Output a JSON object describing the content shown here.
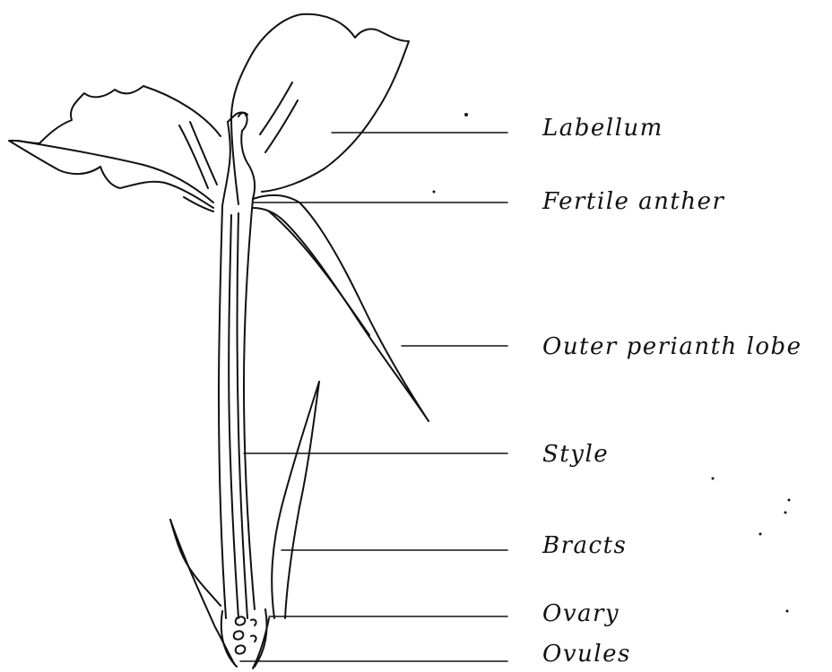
{
  "diagram": {
    "labels": {
      "labellum": "Labellum",
      "fertile_anther": "Fertile anther",
      "outer_perianth_lobe": "Outer perianth lobe",
      "style": "Style",
      "bracts": "Bracts",
      "ovary": "Ovary",
      "ovules": "Ovules"
    },
    "line_color": "#111111",
    "background": "#ffffff"
  }
}
